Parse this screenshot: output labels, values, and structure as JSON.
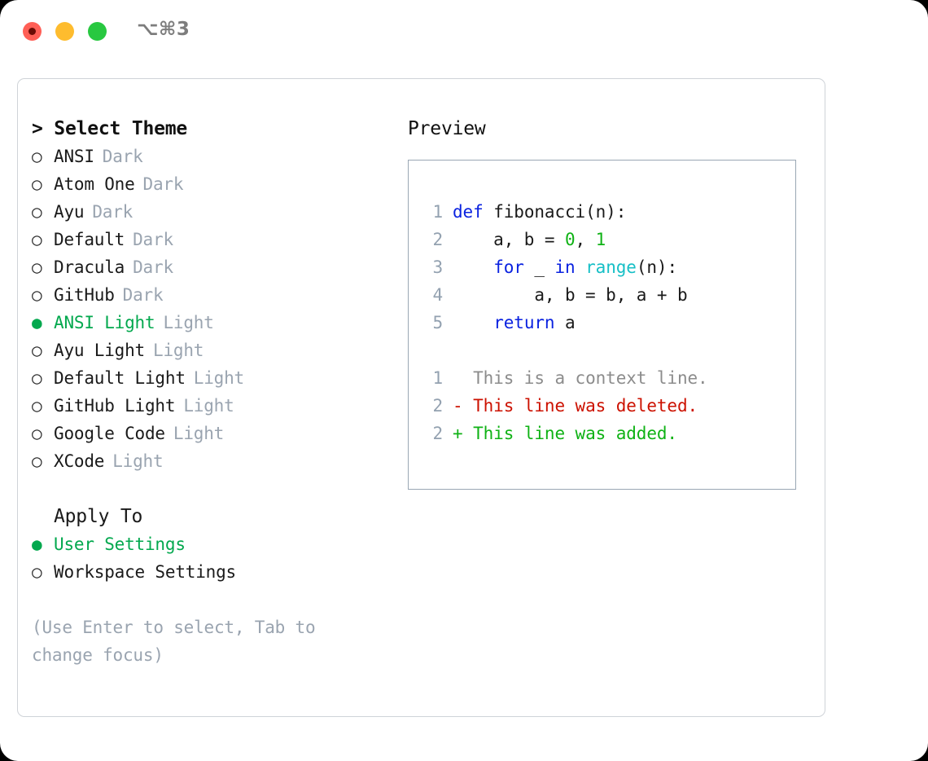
{
  "window": {
    "title": "⌥⌘3",
    "traffic_lights": [
      "close-red",
      "minimize-yellow",
      "maximize-green"
    ]
  },
  "colors": {
    "accent_green": "#03a84e",
    "muted": "#9aa4b0",
    "keyword": "#0a22e0",
    "number": "#0fb215",
    "builtin": "#16bfc6",
    "diff_deleted": "#cc1100",
    "diff_added": "#0fb215",
    "line_number": "#93a1b0",
    "panel_border": "#cfd3d8",
    "preview_border": "#9aa7b4"
  },
  "theme_selector": {
    "heading": "> Select Theme",
    "options": [
      {
        "bullet": "○",
        "label": "ANSI",
        "suffix": "Dark",
        "selected": false
      },
      {
        "bullet": "○",
        "label": "Atom One",
        "suffix": "Dark",
        "selected": false
      },
      {
        "bullet": "○",
        "label": "Ayu",
        "suffix": "Dark",
        "selected": false
      },
      {
        "bullet": "○",
        "label": "Default",
        "suffix": "Dark",
        "selected": false
      },
      {
        "bullet": "○",
        "label": "Dracula",
        "suffix": "Dark",
        "selected": false
      },
      {
        "bullet": "○",
        "label": "GitHub",
        "suffix": "Dark",
        "selected": false
      },
      {
        "bullet": "●",
        "label": "ANSI Light",
        "suffix": "Light",
        "selected": true
      },
      {
        "bullet": "○",
        "label": "Ayu Light",
        "suffix": "Light",
        "selected": false
      },
      {
        "bullet": "○",
        "label": "Default Light",
        "suffix": "Light",
        "selected": false
      },
      {
        "bullet": "○",
        "label": "GitHub Light",
        "suffix": "Light",
        "selected": false
      },
      {
        "bullet": "○",
        "label": "Google Code",
        "suffix": "Light",
        "selected": false
      },
      {
        "bullet": "○",
        "label": "XCode",
        "suffix": "Light",
        "selected": false
      }
    ]
  },
  "apply_to": {
    "heading": "Apply To",
    "options": [
      {
        "bullet": "●",
        "label": "User Settings",
        "selected": true
      },
      {
        "bullet": "○",
        "label": "Workspace Settings",
        "selected": false
      }
    ]
  },
  "hint": "(Use Enter to select, Tab to change focus)",
  "preview": {
    "heading": "Preview",
    "code": [
      {
        "line_number": "1",
        "tokens": [
          {
            "text": "def ",
            "style": "kw"
          },
          {
            "text": "fibonacci(n):",
            "style": "pln"
          }
        ]
      },
      {
        "line_number": "2",
        "tokens": [
          {
            "text": "    a, b = ",
            "style": "pln"
          },
          {
            "text": "0",
            "style": "num"
          },
          {
            "text": ", ",
            "style": "pln"
          },
          {
            "text": "1",
            "style": "num"
          }
        ]
      },
      {
        "line_number": "3",
        "tokens": [
          {
            "text": "    ",
            "style": "pln"
          },
          {
            "text": "for ",
            "style": "kw"
          },
          {
            "text": "_ ",
            "style": "pln"
          },
          {
            "text": "in ",
            "style": "kw"
          },
          {
            "text": "range",
            "style": "fn"
          },
          {
            "text": "(n):",
            "style": "pln"
          }
        ]
      },
      {
        "line_number": "4",
        "tokens": [
          {
            "text": "        a, b = b, a + b",
            "style": "pln"
          }
        ]
      },
      {
        "line_number": "5",
        "tokens": [
          {
            "text": "    ",
            "style": "pln"
          },
          {
            "text": "return ",
            "style": "kw"
          },
          {
            "text": "a",
            "style": "pln"
          }
        ]
      }
    ],
    "diff": [
      {
        "line_number": "1",
        "marker": "  ",
        "text": "This is a context line.",
        "style": "ctx"
      },
      {
        "line_number": "2",
        "marker": "- ",
        "text": "This line was deleted.",
        "style": "del"
      },
      {
        "line_number": "2",
        "marker": "+ ",
        "text": "This line was added.",
        "style": "add"
      }
    ]
  }
}
